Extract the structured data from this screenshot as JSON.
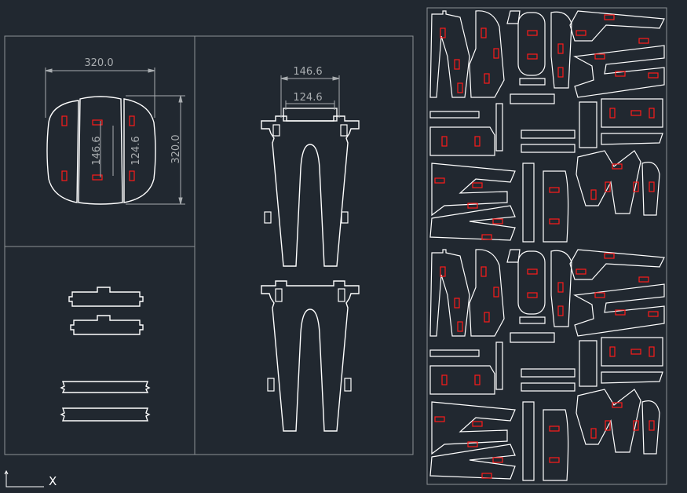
{
  "drawing": {
    "background": "#212830",
    "frame_color": "#8d9296",
    "part_color": "#ffffff",
    "slot_color": "#ff1a1a",
    "dimension_color": "#a9adb0"
  },
  "seat_view": {
    "dim_width": "320.0",
    "dim_depth": "320.0",
    "dim_inner_outer": "146.6",
    "dim_inner_slot": "124.6"
  },
  "leg_view": {
    "dim_top_outer": "146.6",
    "dim_top_inner": "124.6"
  },
  "ucs_icon": {
    "x_label": "X"
  }
}
